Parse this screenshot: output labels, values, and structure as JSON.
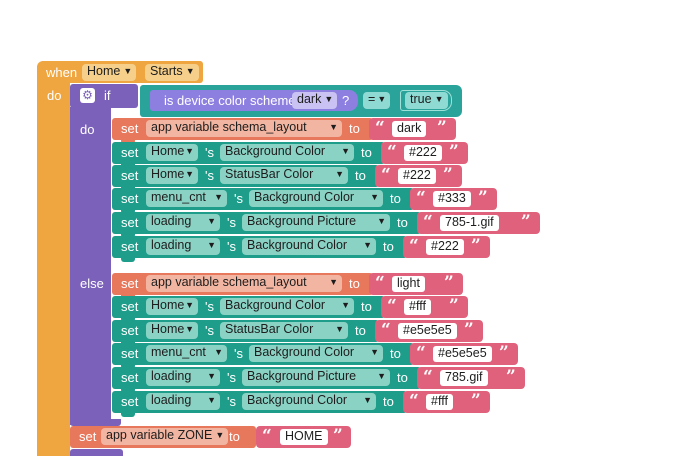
{
  "event": {
    "when": "when",
    "component": "Home",
    "event_name": "Starts",
    "do": "do"
  },
  "if_block": {
    "if": "if",
    "condition_label": "is device color scheme",
    "scheme_value": "dark",
    "question": "?",
    "operator": "=",
    "compare_value": "true",
    "do": "do",
    "else": "else"
  },
  "then_rows": [
    {
      "kind": "var",
      "set": "set",
      "name": "app variable schema_layout",
      "to": "to",
      "value": "dark"
    },
    {
      "kind": "prop",
      "set": "set",
      "component": "Home",
      "s": "'s",
      "property": "Background Color",
      "to": "to",
      "value": "#222"
    },
    {
      "kind": "prop",
      "set": "set",
      "component": "Home",
      "s": "'s",
      "property": "StatusBar Color",
      "to": "to",
      "value": "#222"
    },
    {
      "kind": "prop",
      "set": "set",
      "component": "menu_cnt",
      "s": "'s",
      "property": "Background Color",
      "to": "to",
      "value": "#333"
    },
    {
      "kind": "prop",
      "set": "set",
      "component": "loading",
      "s": "'s",
      "property": "Background Picture",
      "to": "to",
      "value": "785-1.gif"
    },
    {
      "kind": "prop",
      "set": "set",
      "component": "loading",
      "s": "'s",
      "property": "Background Color",
      "to": "to",
      "value": "#222"
    }
  ],
  "else_rows": [
    {
      "kind": "var",
      "set": "set",
      "name": "app variable schema_layout",
      "to": "to",
      "value": "light"
    },
    {
      "kind": "prop",
      "set": "set",
      "component": "Home",
      "s": "'s",
      "property": "Background Color",
      "to": "to",
      "value": "#fff"
    },
    {
      "kind": "prop",
      "set": "set",
      "component": "Home",
      "s": "'s",
      "property": "StatusBar Color",
      "to": "to",
      "value": "#e5e5e5"
    },
    {
      "kind": "prop",
      "set": "set",
      "component": "menu_cnt",
      "s": "'s",
      "property": "Background Color",
      "to": "to",
      "value": "#e5e5e5"
    },
    {
      "kind": "prop",
      "set": "set",
      "component": "loading",
      "s": "'s",
      "property": "Background Picture",
      "to": "to",
      "value": "785.gif"
    },
    {
      "kind": "prop",
      "set": "set",
      "component": "loading",
      "s": "'s",
      "property": "Background Color",
      "to": "to",
      "value": "#fff"
    }
  ],
  "zone_row": {
    "set": "set",
    "name": "app variable ZONE",
    "to": "to",
    "value": "HOME"
  },
  "icons": {
    "dropdown": "chevron-down-icon",
    "gear": "gear-icon",
    "quote_open": "“",
    "quote_close": "”"
  },
  "colors": {
    "event_block": "#efa540",
    "control_block": "#7b61b9",
    "teal_block": "#1f9d8b",
    "var_block": "#e8785c",
    "string_block": "#e0617b",
    "logic_block": "#2aa39b",
    "device_block": "#8d7fe0",
    "event_dd": "#f6d08a",
    "teal_dd": "#8ad2c4",
    "var_dd": "#f2b5a1"
  }
}
